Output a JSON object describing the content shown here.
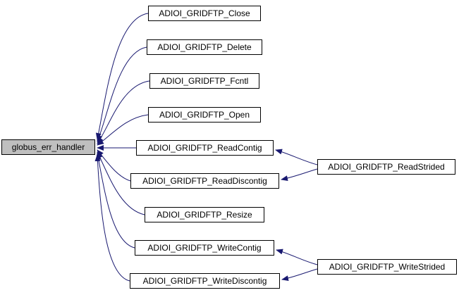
{
  "diagram": {
    "type": "call-graph",
    "focus_node": "globus_err_handler",
    "colors": {
      "edge": "#191970",
      "node_fill": "#ffffff",
      "node_border": "#000000",
      "highlight_fill": "#bfbfbf"
    },
    "nodes": [
      {
        "id": "globus_err_handler",
        "label": "globus_err_handler",
        "highlighted": true
      },
      {
        "id": "ADIOI_GRIDFTP_Close",
        "label": "ADIOI_GRIDFTP_Close",
        "highlighted": false
      },
      {
        "id": "ADIOI_GRIDFTP_Delete",
        "label": "ADIOI_GRIDFTP_Delete",
        "highlighted": false
      },
      {
        "id": "ADIOI_GRIDFTP_Fcntl",
        "label": "ADIOI_GRIDFTP_Fcntl",
        "highlighted": false
      },
      {
        "id": "ADIOI_GRIDFTP_Open",
        "label": "ADIOI_GRIDFTP_Open",
        "highlighted": false
      },
      {
        "id": "ADIOI_GRIDFTP_ReadContig",
        "label": "ADIOI_GRIDFTP_ReadContig",
        "highlighted": false
      },
      {
        "id": "ADIOI_GRIDFTP_ReadDiscontig",
        "label": "ADIOI_GRIDFTP_ReadDiscontig",
        "highlighted": false
      },
      {
        "id": "ADIOI_GRIDFTP_Resize",
        "label": "ADIOI_GRIDFTP_Resize",
        "highlighted": false
      },
      {
        "id": "ADIOI_GRIDFTP_WriteContig",
        "label": "ADIOI_GRIDFTP_WriteContig",
        "highlighted": false
      },
      {
        "id": "ADIOI_GRIDFTP_WriteDiscontig",
        "label": "ADIOI_GRIDFTP_WriteDiscontig",
        "highlighted": false
      },
      {
        "id": "ADIOI_GRIDFTP_ReadStrided",
        "label": "ADIOI_GRIDFTP_ReadStrided",
        "highlighted": false
      },
      {
        "id": "ADIOI_GRIDFTP_WriteStrided",
        "label": "ADIOI_GRIDFTP_WriteStrided",
        "highlighted": false
      }
    ],
    "edges": [
      {
        "from": "ADIOI_GRIDFTP_Close",
        "to": "globus_err_handler"
      },
      {
        "from": "ADIOI_GRIDFTP_Delete",
        "to": "globus_err_handler"
      },
      {
        "from": "ADIOI_GRIDFTP_Fcntl",
        "to": "globus_err_handler"
      },
      {
        "from": "ADIOI_GRIDFTP_Open",
        "to": "globus_err_handler"
      },
      {
        "from": "ADIOI_GRIDFTP_ReadContig",
        "to": "globus_err_handler"
      },
      {
        "from": "ADIOI_GRIDFTP_ReadDiscontig",
        "to": "globus_err_handler"
      },
      {
        "from": "ADIOI_GRIDFTP_Resize",
        "to": "globus_err_handler"
      },
      {
        "from": "ADIOI_GRIDFTP_WriteContig",
        "to": "globus_err_handler"
      },
      {
        "from": "ADIOI_GRIDFTP_WriteDiscontig",
        "to": "globus_err_handler"
      },
      {
        "from": "ADIOI_GRIDFTP_ReadStrided",
        "to": "ADIOI_GRIDFTP_ReadContig"
      },
      {
        "from": "ADIOI_GRIDFTP_ReadStrided",
        "to": "ADIOI_GRIDFTP_ReadDiscontig"
      },
      {
        "from": "ADIOI_GRIDFTP_WriteStrided",
        "to": "ADIOI_GRIDFTP_WriteContig"
      },
      {
        "from": "ADIOI_GRIDFTP_WriteStrided",
        "to": "ADIOI_GRIDFTP_WriteDiscontig"
      }
    ]
  }
}
